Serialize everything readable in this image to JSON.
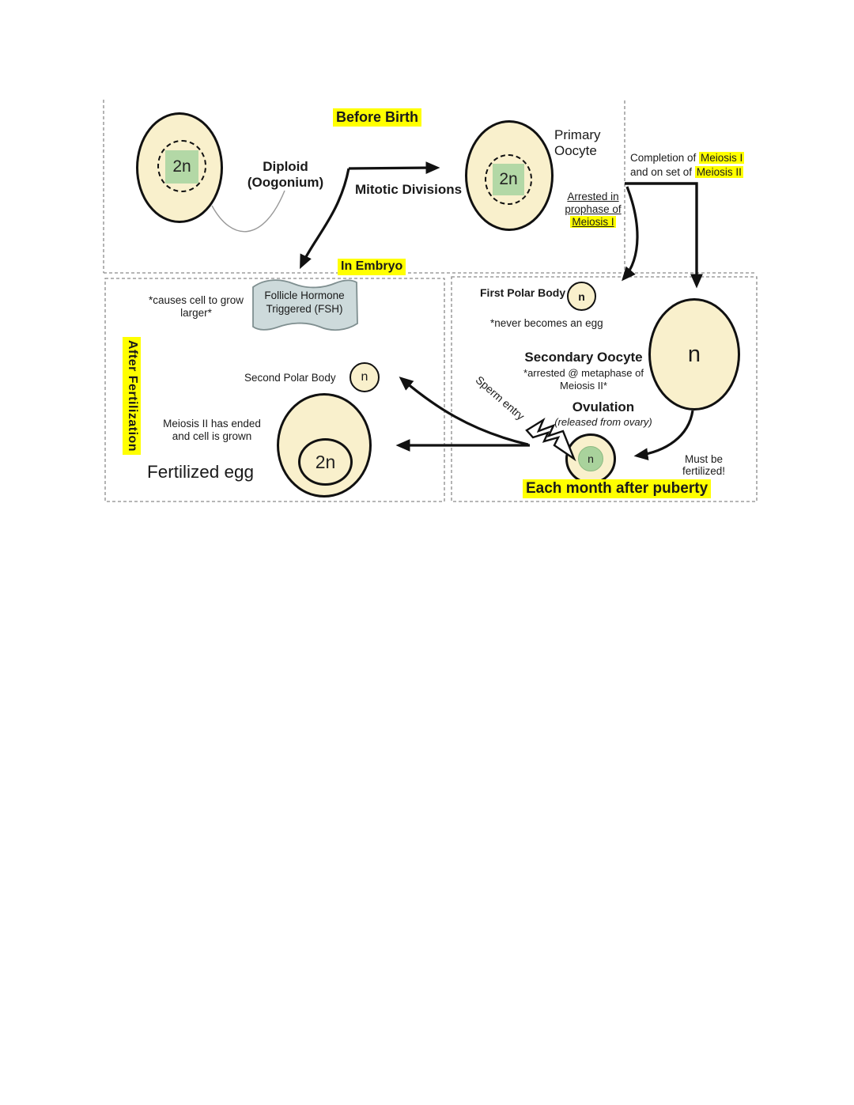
{
  "headers": {
    "before_birth": "Before Birth",
    "in_embryo": "In Embryo",
    "after_fertilization": "After Fertilization",
    "each_month_after_puberty": "Each month after puberty"
  },
  "cells": {
    "oogonium": {
      "ploidy": "2n",
      "label_line1": "Diploid",
      "label_line2": "(Oogonium)"
    },
    "primary_oocyte": {
      "ploidy": "2n",
      "label_line1": "Primary",
      "label_line2": "Oocyte"
    },
    "first_polar_body": {
      "ploidy": "n",
      "label": "First Polar Body",
      "note": "*never becomes an egg"
    },
    "secondary_oocyte": {
      "ploidy": "n",
      "label": "Secondary Oocyte",
      "note_line1": "*arrested @ metaphase of",
      "note_line2": "Meiosis II*"
    },
    "ovulated_egg": {
      "ploidy": "n"
    },
    "second_polar_body": {
      "ploidy": "n",
      "label": "Second Polar Body"
    },
    "fertilized_egg": {
      "ploidy": "2n",
      "label": "Fertilized egg",
      "note_line1": "Meiosis II has ended",
      "note_line2": "and cell is grown"
    }
  },
  "annotations": {
    "mitotic_divisions": "Mitotic Divisions",
    "completion": {
      "line1_pre": "Completion of ",
      "line1_hl": "Meiosis I",
      "line2_pre": "and on set of ",
      "line2_hl": "Meiosis II"
    },
    "arrested": {
      "line1": "Arrested in",
      "line2": "prophase of",
      "line3_hl": "Meiosis I"
    },
    "fsh_box": {
      "line1": "Follicle Hormone",
      "line2": "Triggered (FSH)"
    },
    "fsh_note": {
      "line1": "*causes cell to grow",
      "line2": "larger*"
    },
    "ovulation": {
      "title": "Ovulation",
      "subtitle": "(released from ovary)"
    },
    "sperm_entry": "Sperm entry",
    "must_be": {
      "line1": "Must be",
      "line2": "fertilized!"
    }
  },
  "colors": {
    "cell_fill": "#F9F0CC",
    "cell_outline": "#111111",
    "nucleus_green": "#B3D8A6",
    "highlight_yellow": "#FFFF00",
    "fsh_fill": "#CDDADB",
    "dashed_border_gray": "#8a8a8a"
  }
}
